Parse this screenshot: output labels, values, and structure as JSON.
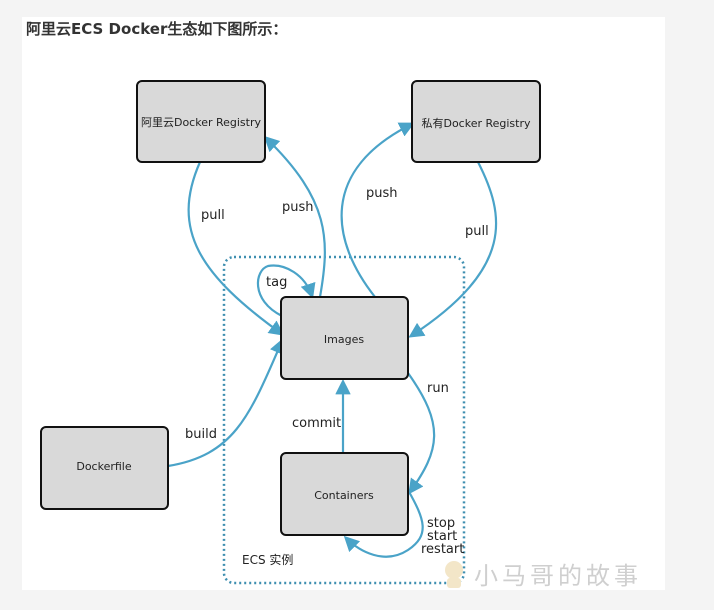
{
  "heading": "阿里云ECS Docker生态如下图所示：",
  "nodes": {
    "aliyun_registry": "阿里云Docker Registry",
    "private_registry": "私有Docker Registry",
    "images": "Images",
    "containers": "Containers",
    "dockerfile": "Dockerfile"
  },
  "edges": {
    "pull_left": "pull",
    "push_left": "push",
    "push_right": "push",
    "pull_right": "pull",
    "tag": "tag",
    "build": "build",
    "commit": "commit",
    "run": "run",
    "stop": "stop",
    "start": "start",
    "restart": "restart"
  },
  "boundary_label": "ECS 实例",
  "watermark": "小马哥的故事",
  "colors": {
    "node_fill": "#d9d9d9",
    "arrow": "#4aa3c8",
    "boundary": "#3f8fb0"
  }
}
